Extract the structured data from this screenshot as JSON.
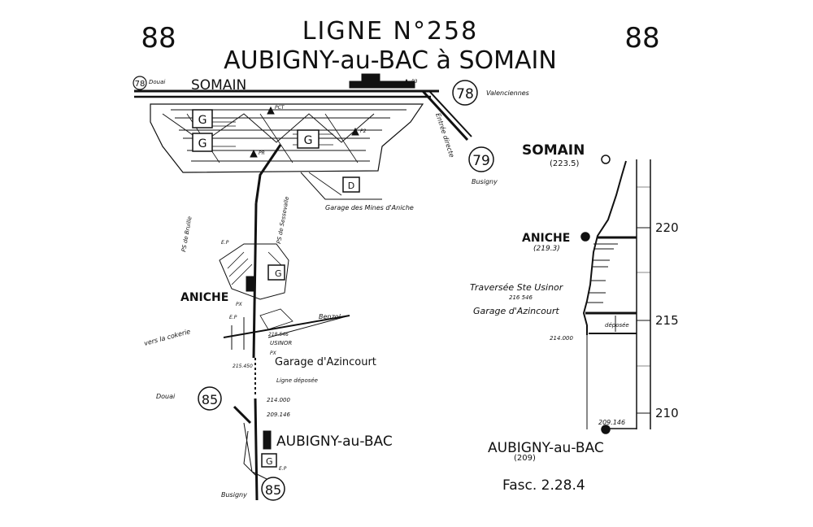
{
  "header": {
    "fascicle_number_left": "88",
    "fascicle_number_right": "88",
    "line_number": "LIGNE N°258",
    "line_name": "AUBIGNY-au-BAC à SOMAIN"
  },
  "map": {
    "somain": "SOMAIN",
    "aniche": "ANICHE",
    "garage_azincourt": "Garage d'Azincourt",
    "aubigny": "AUBIGNY-au-BAC",
    "line_78_left": "78",
    "line_78_right": "78",
    "line_79": "79",
    "line_85_upper": "85",
    "line_85_lower": "85",
    "douai_top": "Douai",
    "douai_left": "Douai",
    "valenciennes": "Valenciennes",
    "busigny_right": "Busigny",
    "busigny_bottom": "Busigny",
    "entree_directe": "Entrée directe",
    "garage_mines": "Garage des Mines d'Aniche",
    "benzol": "Benzol",
    "usinor": "USINOR",
    "ligne_deposee": "Ligne déposée",
    "vers_cokerie": "vers la cokerie",
    "ps_bruille": "PS de Bruille",
    "ps_sessevalle": "PS de Sessevalle",
    "pk_214_000": "214.000",
    "pk_209_146": "209.146",
    "pk_215_450": "215.450",
    "pk_218_546": "218.546",
    "goods_shed": "G",
    "depot": "D",
    "ep": "E.P",
    "px": "PX",
    "pr": "PR",
    "p2": "P2",
    "p3": "P3",
    "pct": "PCT"
  },
  "profile": {
    "somain": "SOMAIN",
    "somain_pk": "(223.5)",
    "aniche": "ANICHE",
    "aniche_pk": "(219.3)",
    "traversee": "Traversée Ste Usinor",
    "traversee_pk": "216 546",
    "garage_azincourt": "Garage d'Azincourt",
    "pk_214": "214.000",
    "deposee": "déposée",
    "pk_209": "209.146",
    "aubigny": "AUBIGNY-au-BAC",
    "aubigny_pk": "(209)",
    "scale_220": "220",
    "scale_215": "215",
    "scale_210": "210"
  },
  "footer": {
    "fascicle": "Fasc. 2.28.4"
  }
}
